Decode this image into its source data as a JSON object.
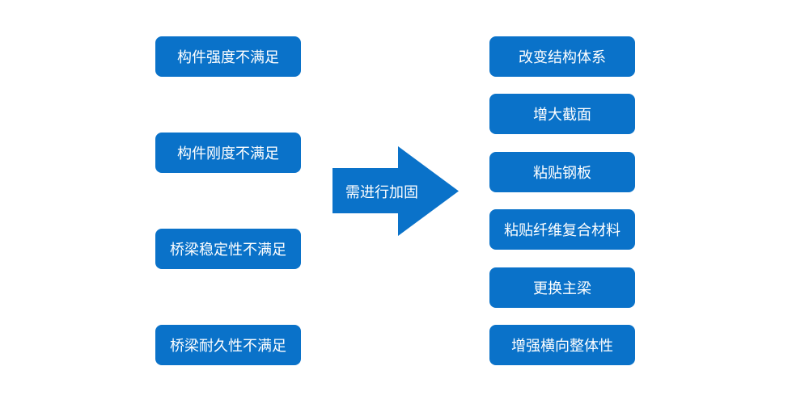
{
  "problems": [
    "构件强度不满足",
    "构件刚度不满足",
    "桥梁稳定性不满足",
    "桥梁耐久性不满足"
  ],
  "arrow": {
    "label": "需进行加固"
  },
  "methods": [
    "改变结构体系",
    "增大截面",
    "粘贴钢板",
    "粘贴纤维复合材料",
    "更换主梁",
    "增强横向整体性"
  ],
  "colors": {
    "box_fill": "#0a72c9",
    "arrow_fill": "#0a72c9",
    "text": "#ffffff"
  }
}
